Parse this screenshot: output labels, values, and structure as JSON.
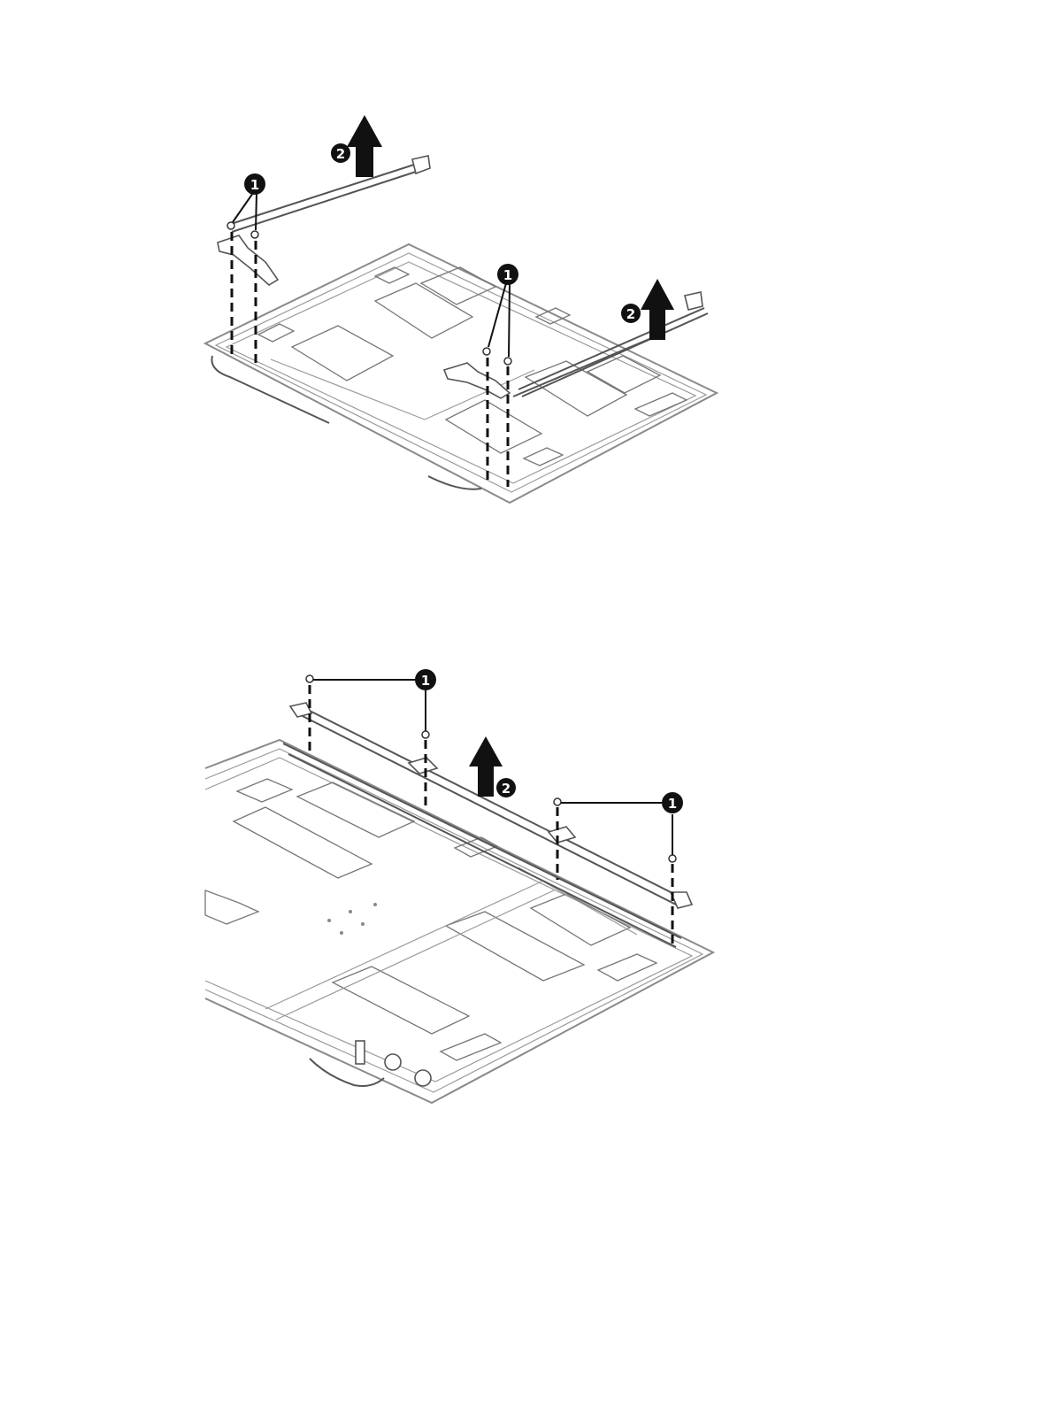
{
  "figures": [
    {
      "id": "top",
      "callouts": [
        {
          "label": "1"
        },
        {
          "label": "2"
        },
        {
          "label": "1"
        },
        {
          "label": "2"
        }
      ]
    },
    {
      "id": "bottom",
      "callouts": [
        {
          "label": "1"
        },
        {
          "label": "2"
        },
        {
          "label": "1"
        }
      ]
    }
  ],
  "colors": {
    "ink": "#111111",
    "outline": "#8a8a8a",
    "background": "#ffffff"
  }
}
